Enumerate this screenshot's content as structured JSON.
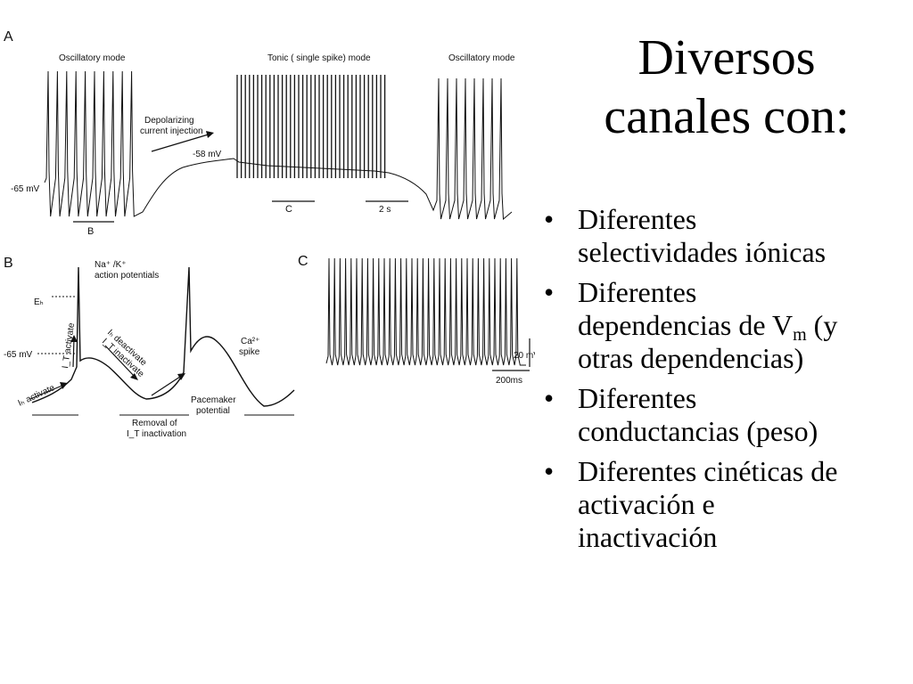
{
  "title": {
    "line1": "Diversos",
    "line2": "canales con:"
  },
  "bullets": [
    {
      "lines": [
        "Diferentes",
        "selectividades iónicas"
      ]
    },
    {
      "line1": "Diferentes",
      "line2_pre": "dependencias de V",
      "line2_sub": "m",
      "line2_post": " (y",
      "line3": "otras dependencias)"
    },
    {
      "lines": [
        "Diferentes",
        "conductancias (peso)"
      ]
    },
    {
      "lines": [
        "Diferentes cinéticas de",
        "activación e",
        "inactivación"
      ]
    }
  ],
  "figure": {
    "panel_a": {
      "letter": "A",
      "mode_left": "Oscillatory mode",
      "mode_center": "Tonic ( single spike) mode",
      "mode_right": "Oscillatory mode",
      "arrow_label_1": "Depolarizing",
      "arrow_label_2": "current injection",
      "v_rest": "-65 mV",
      "v_depol": "-58 mV",
      "marker_b": "B",
      "marker_c": "C",
      "scale_time": "2 s"
    },
    "panel_b": {
      "letter": "B",
      "label_nak_1": "Na⁺ /K⁺",
      "label_nak_2": "action potentials",
      "label_eh": "Eₕ",
      "label_v": "-65 mV",
      "label_it_activate": "I_T activate",
      "label_ih_deactivate": "Iₕ deactivate",
      "label_it_inactivate": "I_T inactivate",
      "label_ih_activate": "Iₕ activate",
      "label_ca_1": "Ca²⁺",
      "label_ca_2": "spike",
      "label_pace_1": "Pacemaker",
      "label_pace_2": "potential",
      "label_removal_1": "Removal of",
      "label_removal_2": "I_T inactivation"
    },
    "panel_c": {
      "letter": "C",
      "scale_v": "20 mV",
      "scale_t": "200ms"
    }
  }
}
